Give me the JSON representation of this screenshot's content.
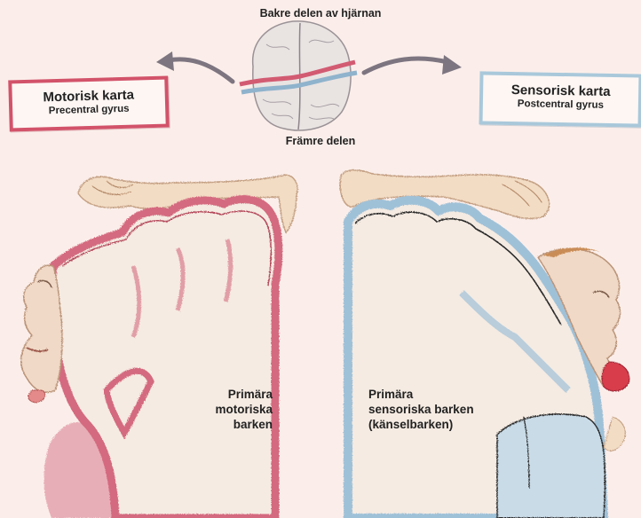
{
  "brain": {
    "top_label": "Bakre delen av hjärnan",
    "bottom_label": "Främre delen"
  },
  "motor_map": {
    "title": "Motorisk karta",
    "subtitle": "Precentral gyrus",
    "region_lines": [
      "Primära",
      "motoriska",
      "barken"
    ],
    "color": "#d2536a"
  },
  "sensory_map": {
    "title": "Sensorisk karta",
    "subtitle": "Postcentral gyrus",
    "region_lines": [
      "Primära",
      "sensoriska barken",
      "(känselbarken)"
    ],
    "color": "#a9c8da"
  }
}
